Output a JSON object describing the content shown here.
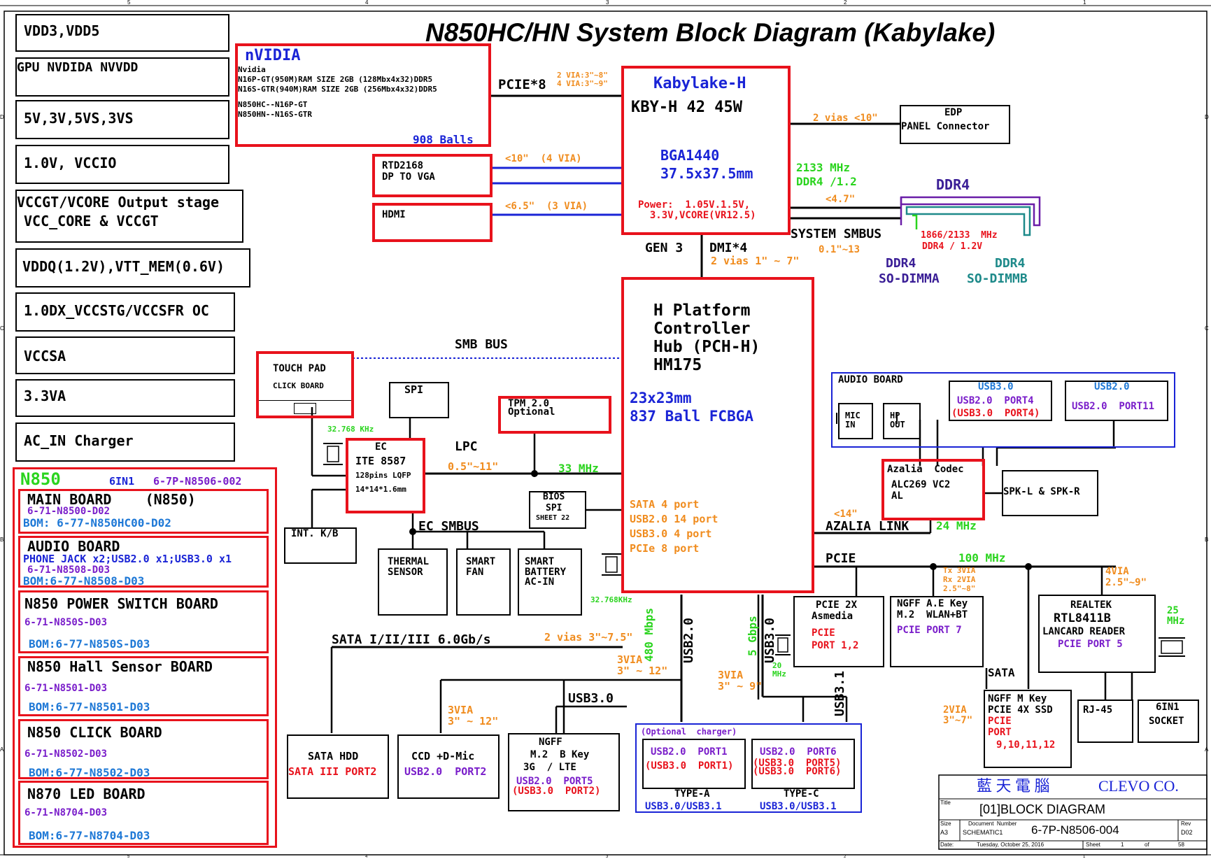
{
  "title": "N850HC/HN System Block Diagram (Kabylake)",
  "border_ticks": {
    "top": [
      "5",
      "4",
      "3",
      "2",
      "1"
    ],
    "side": [
      "D",
      "C",
      "B",
      "A"
    ]
  },
  "power_rails": [
    "VDD3,VDD5",
    "GPU NVDIDA NVVDD",
    "5V,3V,5VS,3VS",
    "1.0V, VCCIO",
    "VCCGT/VCORE Output stage",
    "VCC_CORE & VCCGT",
    "VDDQ(1.2V),VTT_MEM(0.6V)",
    "1.0DX_VCCSTG/VCCSFR OC",
    "VCCSA",
    "3.3VA",
    "AC_IN Charger"
  ],
  "boards": {
    "header": "N850",
    "sixin1": "6IN1",
    "sixin1_pn": "6-7P-N8506-002",
    "main": {
      "title": "MAIN BOARD    (N850)",
      "pn": "6-71-N8500-D02",
      "bom": "BOM: 6-77-N850HC00-D02"
    },
    "audio": {
      "title": "AUDIO BOARD",
      "desc": "PHONE JACK x2;USB2.0 x1;USB3.0 x1",
      "pn": "6-71-N8508-D03",
      "bom": "BOM:6-77-N8508-D03"
    },
    "power": {
      "title": "N850 POWER SWITCH BOARD",
      "pn": "6-71-N850S-D03",
      "bom": "BOM:6-77-N850S-D03"
    },
    "hall": {
      "title": "N850 Hall Sensor BOARD",
      "pn": "6-71-N8501-D03",
      "bom": "BOM:6-77-N8501-D03"
    },
    "click": {
      "title": "N850 CLICK BOARD",
      "pn": "6-71-N8502-D03",
      "bom": "BOM:6-77-N8502-D03"
    },
    "led": {
      "title": "N870 LED BOARD",
      "pn": "6-71-N8704-D03",
      "bom": "BOM:6-77-N8704-D03"
    }
  },
  "gpu": {
    "brand": "nVIDIA",
    "l1": "Nvidia",
    "l2": "N16P-GT(950M)RAM SIZE 2GB (128Mbx4x32)DDR5",
    "l3": "N16S-GTR(940M)RAM SIZE 2GB (256Mbx4x32)DDR5",
    "l4": "N850HC--N16P-GT",
    "l5": "N850HN--N16S-GTR",
    "balls": "908 Balls"
  },
  "pcie8": "PCIE*8",
  "pcie8_vias": "2 VIA:3\"~8\"\n4 VIA:3\"~9\"",
  "rtd": {
    "l1": "RTD2168",
    "l2": "DP TO VGA"
  },
  "rtd_len": "<10\"  (4 VIA)",
  "hdmi": "HDMI",
  "hdmi_len": "<6.5\"  (3 VIA)",
  "cpu": {
    "name": "Kabylake-H",
    "sku": "KBY-H 42 45W",
    "pkg": "BGA1440",
    "size": "37.5x37.5mm",
    "power": "Power:  1.05V.1.5V,\n  3.3V,VCORE(VR12.5)"
  },
  "edp": {
    "l1": "EDP",
    "l2": "PANEL Connector",
    "len": "2 vias <10\""
  },
  "ddr": {
    "freq": "2133 MHz",
    "ver": "DDR4 /1.2",
    "len": "<4.7\"",
    "title": "DDR4",
    "freq2": "1866/2133  MHz",
    "ver2": "DDR4 / 1.2V",
    "smbus": "SYSTEM SMBUS",
    "smbus_len": "0.1\"~13",
    "dimma_l1": "DDR4",
    "dimma_l2": "SO-DIMMA",
    "dimmb_l1": "DDR4",
    "dimmb_l2": "SO-DIMMB"
  },
  "dmi": {
    "gen": "GEN 3",
    "lanes": "DMI*4",
    "len": "2 vias 1\" ~ 7\""
  },
  "pch": {
    "l1": "H Platform",
    "l2": "Controller",
    "l3": "Hub (PCH-H)",
    "l4": "HM175",
    "size": "23x23mm",
    "pkg": "837 Ball FCBGA",
    "sata": "SATA 4 port",
    "usb2": "USB2.0 14 port",
    "usb3": "USB3.0 4 port",
    "pcie": "PCIe 8 port"
  },
  "smb_bus": "SMB BUS",
  "touchpad": {
    "l1": "TOUCH PAD",
    "l2": "CLICK BOARD"
  },
  "spi": "SPI",
  "tpm": {
    "l1": "TPM 2.0",
    "l2": "Optional"
  },
  "ec": {
    "xtal": "32.768 KHz",
    "l1": "EC",
    "l2": "ITE 8587",
    "l3": "128pins LQFP",
    "l4": "14*14*1.6mm"
  },
  "lpc": {
    "label": "LPC",
    "len": "0.5\"~11\"",
    "freq": "33 MHz"
  },
  "bios": {
    "l1": "BIOS",
    "l2": "SPI",
    "l3": "SHEET 22"
  },
  "kb": "INT. K/B",
  "ec_smbus": "EC SMBUS",
  "thermal": "THERMAL\nSENSOR",
  "fan": "SMART\nFAN",
  "battery": "SMART\nBATTERY\nAC-IN",
  "xtal2": "32.768KHz",
  "audio_board": {
    "title": "AUDIO BOARD",
    "mic": "MIC\nIN",
    "hp": "HP\nOUT",
    "usb3_hdr": "USB3.0",
    "usb3_l1": "USB2.0  PORT4",
    "usb3_l2": "(USB3.0  PORT4)",
    "usb2_hdr": "USB2.0",
    "usb2_l1": "USB2.0  PORT11"
  },
  "codec": {
    "l1": "Azalia  Codec",
    "l2": "ALC269 VC2",
    "l3": "AL"
  },
  "spk": "SPK-L & SPK-R",
  "azalia": {
    "len": "<14\"",
    "label": "AZALIA LINK",
    "freq": "24 MHz"
  },
  "pcie_bus": {
    "label": "PCIE",
    "freq": "100 MHz",
    "tx": "Tx 3VIA",
    "rx": "Rx 2VIA",
    "len": "2.5\"~8\"",
    "vias4": "4VIA",
    "len4": "2.5\"~9\""
  },
  "asm": {
    "l1": "PCIE 2X",
    "l2": "Asmedia",
    "l3": "PCIE",
    "l4": "PORT 1,2"
  },
  "ngff_ae": {
    "l1": "NGFF A.E Key",
    "l2": "M.2  WLAN+BT",
    "l3": "PCIE PORT 7"
  },
  "realtek": {
    "l1": "REALTEK",
    "l2": "RTL8411B",
    "l3": "LANCARD READER",
    "l4": "PCIE PORT 5",
    "freq": "25\nMHz"
  },
  "sata_lbl": "SATA",
  "ssd": {
    "l1": "NGFF M Key",
    "l2": "PCIE 4X SSD",
    "l3": "PCIE",
    "l4": "PORT",
    "l5": "9,10,11,12",
    "len": "2VIA\n3\"~7\""
  },
  "rj45": "RJ-45",
  "socket": {
    "l1": "6IN1",
    "l2": "SOCKET"
  },
  "usb_side": {
    "mbps": "480 Mbps",
    "usb20": "USB2.0",
    "gbps": "5 Gbps",
    "usb30": "USB3.0",
    "xtal": "20\nMHz",
    "usb31": "USB3.1",
    "via3a": "3VIA\n3\" ~ 12\"",
    "via3b": "3VIA\n3\" ~ 9\""
  },
  "sata_bus": {
    "label": "SATA I/II/III 6.0Gb/s",
    "len": "2 vias 3\"~7.5\""
  },
  "usb30_bus": "USB3.0",
  "via3c": "3VIA\n3\" ~ 12\"",
  "sata_hdd": {
    "l1": "SATA HDD",
    "l2": "SATA III PORT2"
  },
  "ccd": {
    "l1": "CCD +D-Mic",
    "l2": "USB2.0  PORT2"
  },
  "ngff_b": {
    "l1": "NGFF",
    "l2": "M.2  B Key",
    "l3": "3G  / LTE",
    "l4": "USB2.0  PORT5",
    "l5": "(USB3.0  PORT2)"
  },
  "charger": {
    "opt": "(Optional  charger)",
    "a_l1": "USB2.0  PORT1",
    "a_l2": "(USB3.0  PORT1)",
    "a_type": "TYPE-A",
    "a_bus": "USB3.0/USB3.1",
    "c_l1": "USB2.0  PORT6",
    "c_l2": "(USB3.0  PORT5)",
    "c_l3": "(USB3.0  PORT6)",
    "c_type": "TYPE-C",
    "c_bus": "USB3.0/USB3.1"
  },
  "titleblock": {
    "company_cn": "藍 天 電 腦",
    "company": "CLEVO CO.",
    "title_lbl": "Title",
    "title": "[01]BLOCK DIAGRAM",
    "size_lbl": "Size",
    "size": "A3",
    "doc_lbl": "Document  Number",
    "doc_sub": "SCHEMATIC1",
    "doc": "6-7P-N8506-004",
    "rev_lbl": "Rev",
    "rev": "D02",
    "date_lbl": "Date:",
    "date": "Tuesday, October 25, 2016",
    "sheet_lbl": "Sheet",
    "sheet": "1",
    "of_lbl": "of",
    "of": "58"
  }
}
